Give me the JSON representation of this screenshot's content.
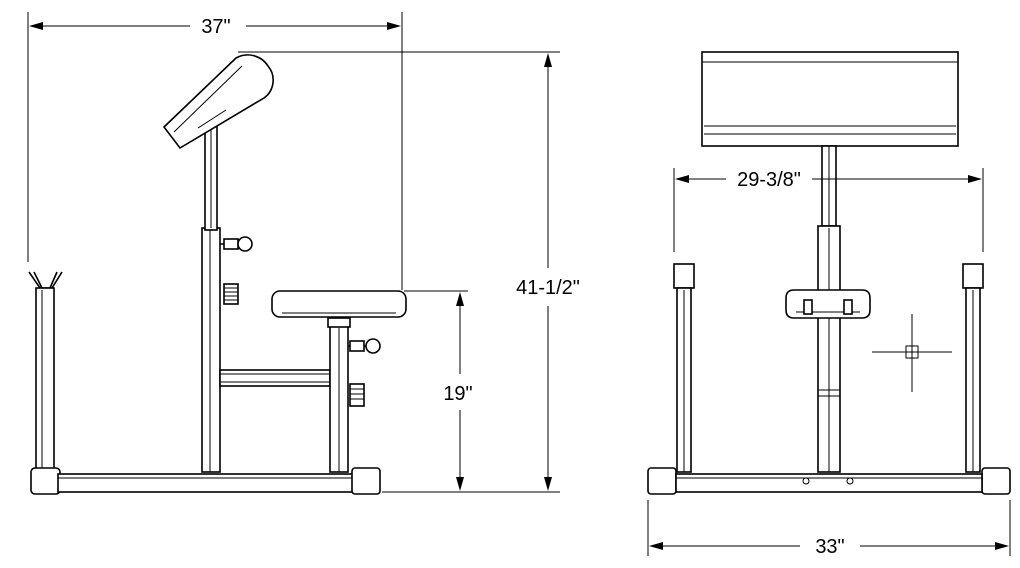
{
  "dimensions": {
    "side_width": "37\"",
    "overall_height": "41-1/2\"",
    "seat_height": "19\"",
    "inner_width": "29-3/8\"",
    "base_width": "33\""
  }
}
